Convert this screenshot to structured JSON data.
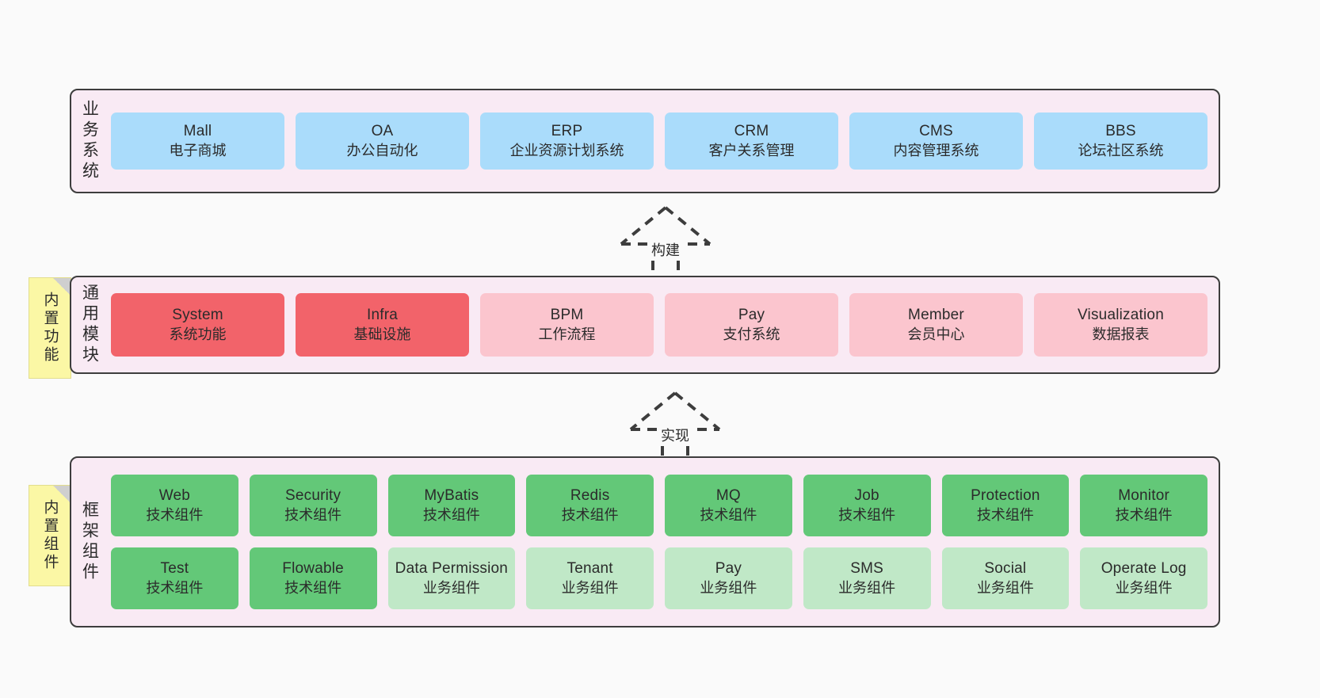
{
  "theme": {
    "background": "#fafafa",
    "layer_fill": "#f9eaf4",
    "layer_border": "#3d3d3d",
    "sticky_fill": "#fbf7a5",
    "blue": "#aadcfb",
    "red": "#f2636a",
    "pink": "#fbc5ce",
    "green": "#63c878",
    "green_light": "#c0e8c7",
    "text": "#2b2b2b"
  },
  "layers": {
    "business": {
      "title": "业务系统",
      "cards": [
        {
          "en": "Mall",
          "cn": "电子商城"
        },
        {
          "en": "OA",
          "cn": "办公自动化"
        },
        {
          "en": "ERP",
          "cn": "企业资源计划系统"
        },
        {
          "en": "CRM",
          "cn": "客户关系管理"
        },
        {
          "en": "CMS",
          "cn": "内容管理系统"
        },
        {
          "en": "BBS",
          "cn": "论坛社区系统"
        }
      ]
    },
    "common": {
      "title": "通用模块",
      "sticky": "内置功能",
      "cards": [
        {
          "en": "System",
          "cn": "系统功能",
          "tone": "red"
        },
        {
          "en": "Infra",
          "cn": "基础设施",
          "tone": "red"
        },
        {
          "en": "BPM",
          "cn": "工作流程",
          "tone": "pink"
        },
        {
          "en": "Pay",
          "cn": "支付系统",
          "tone": "pink"
        },
        {
          "en": "Member",
          "cn": "会员中心",
          "tone": "pink"
        },
        {
          "en": "Visualization",
          "cn": "数据报表",
          "tone": "pink"
        }
      ]
    },
    "framework": {
      "title": "框架组件",
      "sticky": "内置组件",
      "row1": [
        {
          "en": "Web",
          "cn": "技术组件",
          "tone": "green"
        },
        {
          "en": "Security",
          "cn": "技术组件",
          "tone": "green"
        },
        {
          "en": "MyBatis",
          "cn": "技术组件",
          "tone": "green"
        },
        {
          "en": "Redis",
          "cn": "技术组件",
          "tone": "green"
        },
        {
          "en": "MQ",
          "cn": "技术组件",
          "tone": "green"
        },
        {
          "en": "Job",
          "cn": "技术组件",
          "tone": "green"
        },
        {
          "en": "Protection",
          "cn": "技术组件",
          "tone": "green"
        },
        {
          "en": "Monitor",
          "cn": "技术组件",
          "tone": "green"
        }
      ],
      "row2": [
        {
          "en": "Test",
          "cn": "技术组件",
          "tone": "green"
        },
        {
          "en": "Flowable",
          "cn": "技术组件",
          "tone": "green"
        },
        {
          "en": "Data Permission",
          "cn": "业务组件",
          "tone": "green-light"
        },
        {
          "en": "Tenant",
          "cn": "业务组件",
          "tone": "green-light"
        },
        {
          "en": "Pay",
          "cn": "业务组件",
          "tone": "green-light"
        },
        {
          "en": "SMS",
          "cn": "业务组件",
          "tone": "green-light"
        },
        {
          "en": "Social",
          "cn": "业务组件",
          "tone": "green-light"
        },
        {
          "en": "Operate Log",
          "cn": "业务组件",
          "tone": "green-light"
        }
      ]
    }
  },
  "connectors": [
    {
      "id": "build",
      "label": "构建"
    },
    {
      "id": "realize",
      "label": "实现"
    }
  ]
}
